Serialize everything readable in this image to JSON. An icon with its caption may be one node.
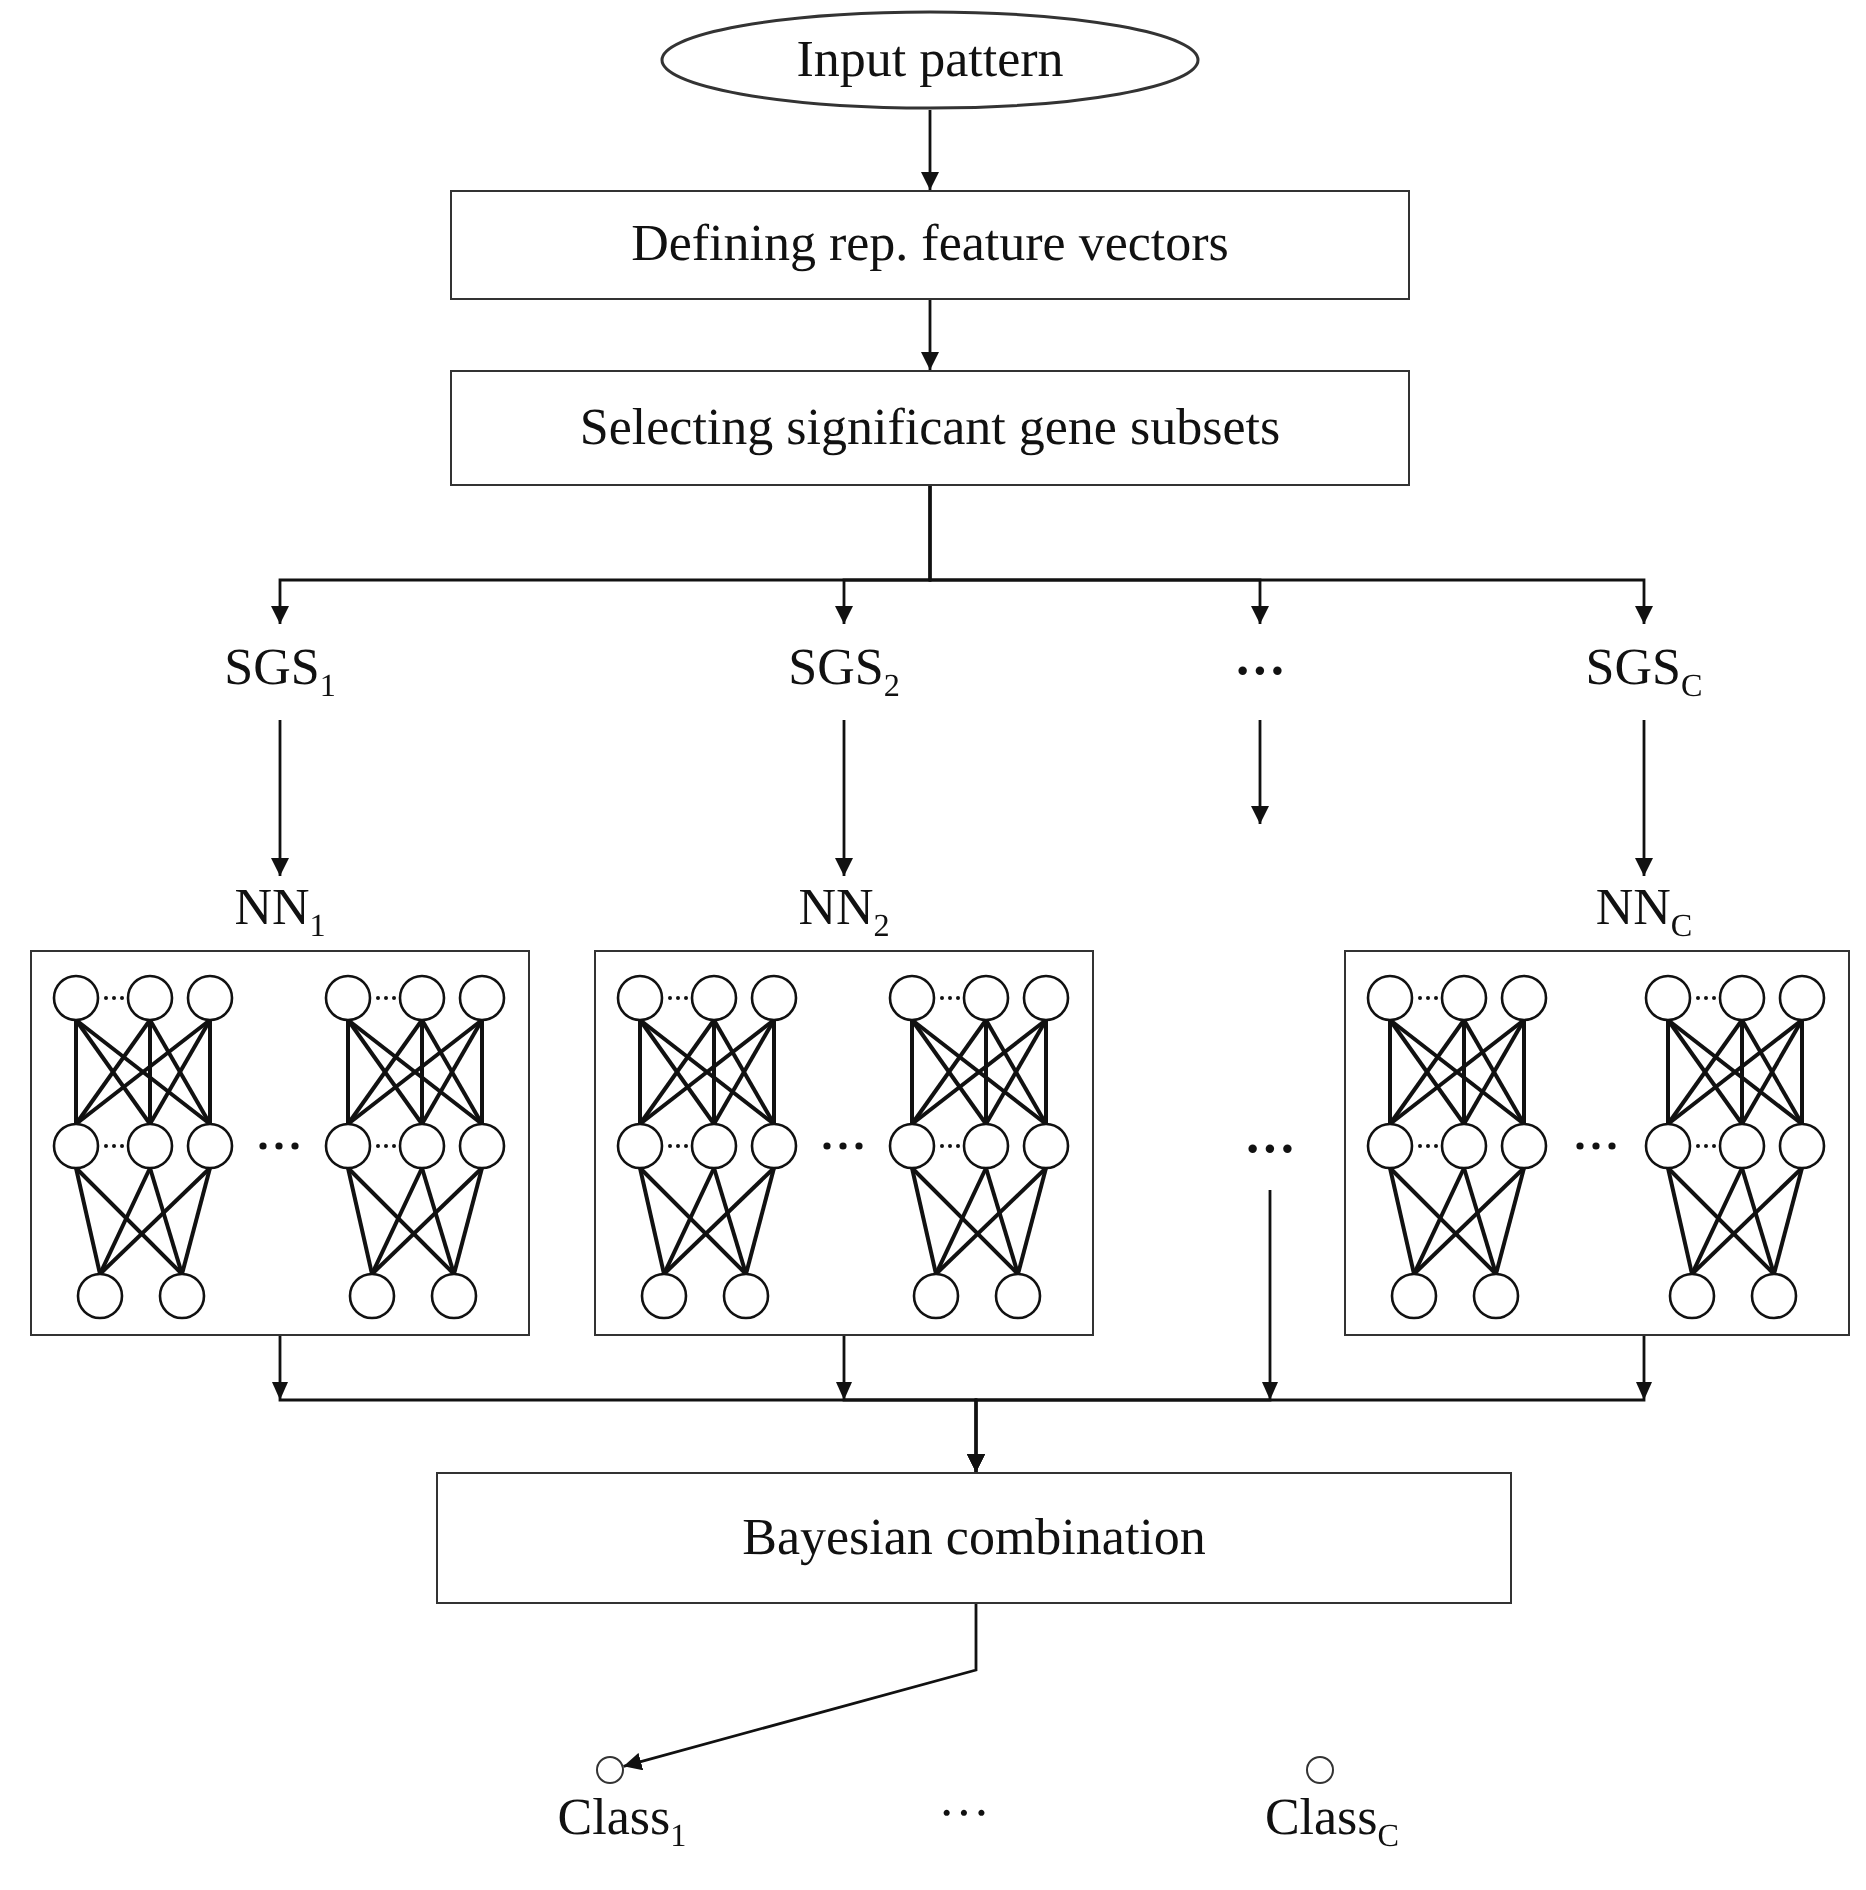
{
  "diagram": {
    "nodes": [
      {
        "text": [
          "Input pattern"
        ]
      },
      {
        "text": [
          "Defining rep. feature vectors"
        ]
      },
      {
        "text": [
          "Selecting significant gene subsets"
        ]
      },
      {
        "text": [
          "SGS$_{1}$"
        ]
      },
      {
        "text": [
          "SGS$_{2}$"
        ]
      },
      {
        "text": [
          "···"
        ]
      },
      {
        "text": [
          "SGS$_{C}$"
        ]
      },
      {
        "text": [
          "NN$_{1}$"
        ]
      },
      {
        "text": [
          "NN$_{2}$"
        ]
      },
      {
        "text": [
          "···"
        ]
      },
      {
        "text": [
          "NN$_{C}$"
        ]
      },
      {
        "text": [
          "Bayesian combination"
        ]
      },
      {
        "text": [],
        "shape": "circle",
        "beside": [
          "Class$_{1}$"
        ]
      },
      {
        "text": [],
        "shape": "circle",
        "beside": [
          "Class$_{C}$"
        ]
      }
    ],
    "edges": [
      {
        "from": 0,
        "to": 1,
        "arrow": "to"
      },
      {
        "from": 1,
        "to": 2,
        "arrow": "to"
      },
      {
        "from": 2,
        "to": 3,
        "arrow": "to"
      },
      {
        "from": 2,
        "to": 4,
        "arrow": "to"
      },
      {
        "from": 2,
        "to": 5,
        "arrow": "to"
      },
      {
        "from": 2,
        "to": 6,
        "arrow": "to"
      },
      {
        "from": 3,
        "to": 7,
        "arrow": "to"
      },
      {
        "from": 4,
        "to": 8,
        "arrow": "to"
      },
      {
        "from": 5,
        "to": null,
        "arrow": "to"
      },
      {
        "from": 6,
        "to": 10,
        "arrow": "to"
      },
      {
        "from": 7,
        "to": 11,
        "arrow": "to"
      },
      {
        "from": 8,
        "to": 11,
        "arrow": "to"
      },
      {
        "from": 9,
        "to": 11,
        "arrow": "to"
      },
      {
        "from": 10,
        "to": 11,
        "arrow": "to"
      },
      {
        "from": 11,
        "to": 12,
        "arrow": "to"
      }
    ],
    "labels": [
      "···"
    ]
  }
}
